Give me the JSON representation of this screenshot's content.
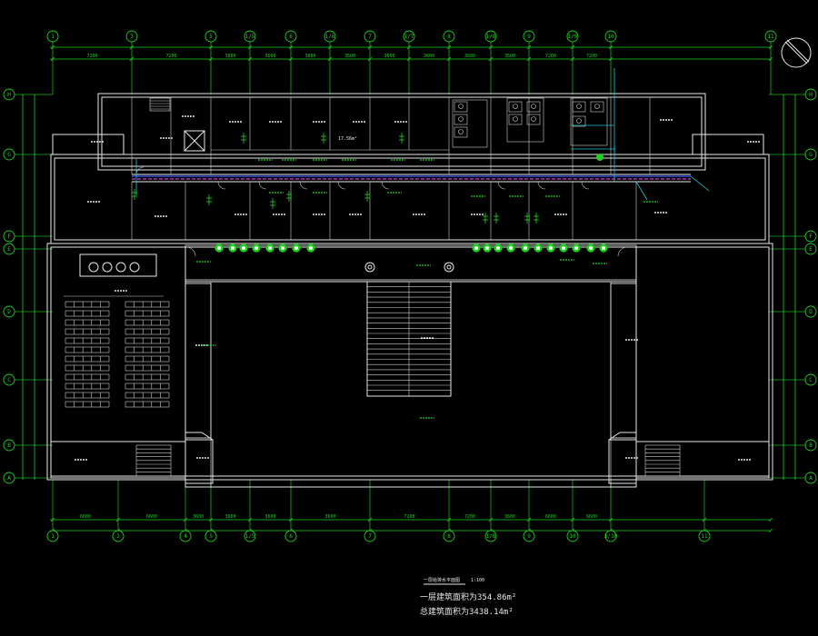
{
  "axes": {
    "top": [
      "1",
      "3",
      "5",
      "1/5",
      "6",
      "1/6",
      "7",
      "1/7",
      "8",
      "1/8",
      "9",
      "1/9",
      "10",
      "11"
    ],
    "bottom": [
      "1",
      "2",
      "4",
      "5",
      "1/5",
      "6",
      "7",
      "8",
      "1/8",
      "9",
      "10",
      "1/10",
      "11"
    ],
    "left": [
      "H",
      "G",
      "F",
      "E",
      "D",
      "C",
      "B",
      "A"
    ],
    "right": [
      "H",
      "G",
      "F",
      "E",
      "D",
      "C",
      "B",
      "A"
    ]
  },
  "dims": {
    "top": [
      "7200",
      "7200",
      "3600",
      "3600",
      "3600",
      "3600",
      "3600",
      "3600",
      "3600",
      "3600",
      "7200",
      "7200"
    ],
    "bottom": [
      "6600",
      "6600",
      "3600",
      "3600",
      "3600",
      "3600",
      "7200",
      "7200",
      "3600",
      "6600",
      "6600"
    ]
  },
  "area_label": "17.56m²",
  "caption": {
    "title": "一层给排水平面图",
    "scale": "1:100",
    "line1": "一层建筑面积为354.86m²",
    "line2": "总建筑面积为3438.14m²"
  },
  "colors": {
    "background": "#000000",
    "axis": "#1fd21f",
    "wall": "#e8e8e8",
    "water": "#19c8d8",
    "drain": "#d63bd6"
  }
}
